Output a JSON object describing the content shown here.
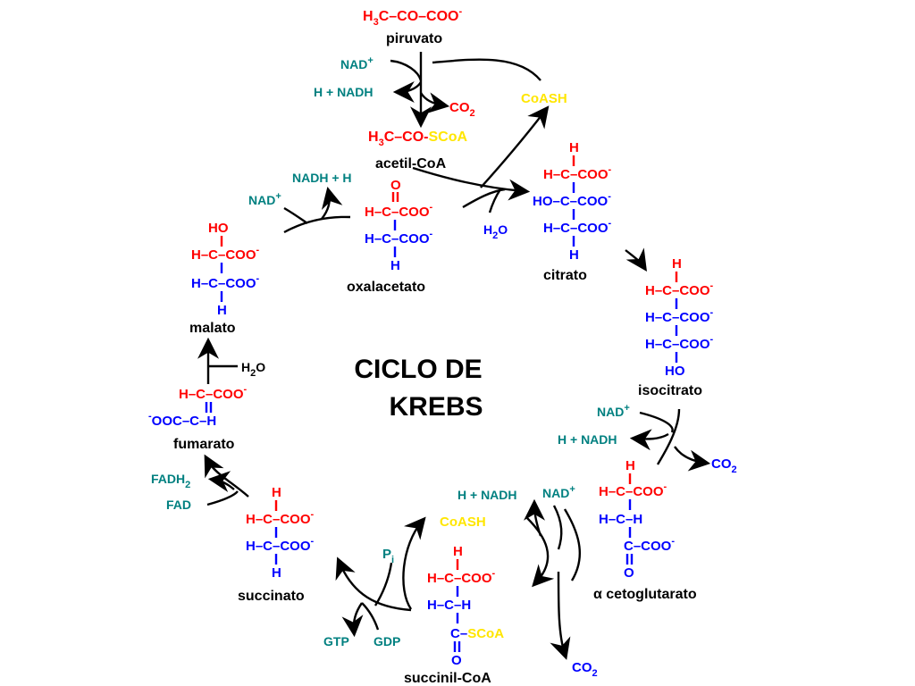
{
  "title": {
    "line1": "CICLO DE",
    "line2": "KREBS"
  },
  "colors": {
    "carbon_red": "#ff0000",
    "carbon_blue": "#0000ff",
    "cofactor": "#008080",
    "coash": "#ffe600",
    "text": "#000000"
  },
  "piruvato": {
    "formula_pre": "H",
    "formula_sub": "3",
    "formula_post": "C–CO–COO",
    "charge": "-",
    "name": "piruvato"
  },
  "acetilcoa": {
    "formula_pre": "H",
    "formula_sub": "3",
    "formula_mid": "C–CO-",
    "formula_scoa": "SCoA",
    "name": "acetil-CoA"
  },
  "oxalacetato": {
    "top": "O",
    "row1": "H–C–COO",
    "row2": "H–C–COO",
    "bottom": "H",
    "charge": "-",
    "name": "oxalacetato"
  },
  "citrato": {
    "top": "H",
    "row1": "H–C–COO",
    "row2": "HO–C–COO",
    "row3": "H–C–COO",
    "bottom": "H",
    "charge": "-",
    "name": "citrato"
  },
  "isocitrato": {
    "top": "H",
    "row1": "H–C–COO",
    "row2": "H–C–COO",
    "row3": "H–C–COO",
    "bottom": "HO",
    "charge": "-",
    "name": "isocitrato"
  },
  "cetoglutarato": {
    "top": "H",
    "row1": "H–C–COO",
    "row2": "H–C–H",
    "row3": "C–COO",
    "bottom": "O",
    "charge": "-",
    "name": "α cetoglutarato"
  },
  "succinilcoa": {
    "top": "H",
    "row1": "H–C–COO",
    "row2": "H–C–H",
    "row3": "C–",
    "row3_scoa": "SCoA",
    "bottom": "O",
    "charge": "-",
    "name": "succinil-CoA"
  },
  "succinato": {
    "top": "H",
    "row1": "H–C–COO",
    "row2": "H–C–COO",
    "bottom": "H",
    "charge": "-",
    "name": "succinato"
  },
  "fumarato": {
    "row1": "H–C–COO",
    "row2_pre": "OOC–C–H",
    "charge": "-",
    "name": "fumarato"
  },
  "malato": {
    "top": "HO",
    "row1": "H–C–COO",
    "row2": "H–C–COO",
    "bottom": "H",
    "charge": "-",
    "name": "malato"
  },
  "cofactors": {
    "nad_plus": "NAD",
    "plus": "+",
    "h_nadh": "H + NADH",
    "nadh_h": "NADH + H",
    "co2": "CO",
    "co2_sub": "2",
    "coash": "CoASH",
    "h2o_h": "H",
    "h2o_sub": "2",
    "h2o_o": "O",
    "fadh2": "FADH",
    "fadh2_sub": "2",
    "fad": "FAD",
    "gtp": "GTP",
    "gdp": "GDP",
    "pi": "P",
    "pi_sub": "i"
  }
}
